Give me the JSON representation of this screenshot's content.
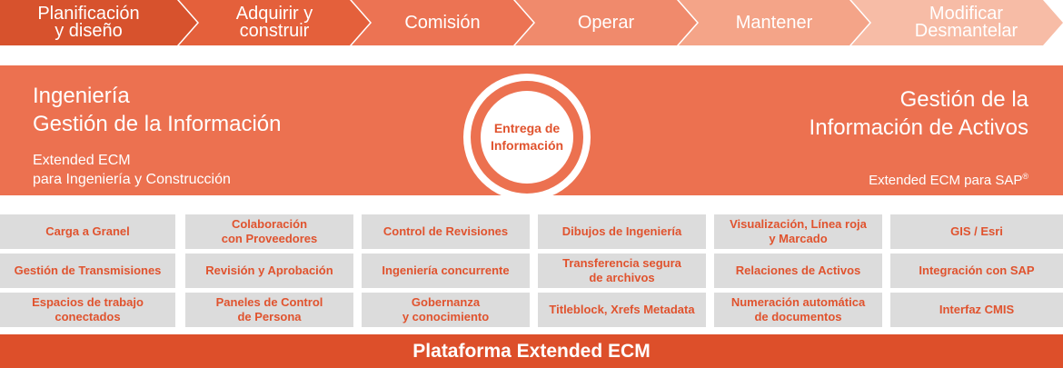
{
  "lifecycle": [
    {
      "label": "Planificación\ny diseño",
      "color": "#d7522d"
    },
    {
      "label": "Adquirir y\nconstruir",
      "color": "#e4603b"
    },
    {
      "label": "Comisión",
      "color": "#ec7353"
    },
    {
      "label": "Operar",
      "color": "#f08a6c"
    },
    {
      "label": "Mantener",
      "color": "#f4a488"
    },
    {
      "label": "Modificar\nDesmantelar",
      "color": "#f7bca6"
    }
  ],
  "banner": {
    "left_title": "Ingeniería\nGestión de la Información",
    "left_subtitle": "Extended ECM\npara Ingeniería y Construcción",
    "center": "Entrega de\nInformación",
    "right_title": "Gestión de la\nInformación de Activos",
    "right_subtitle": "Extended ECM para SAP",
    "right_subtitle_mark": "®"
  },
  "capabilities": [
    [
      "Carga a Granel",
      "Colaboración\ncon Proveedores",
      "Control de Revisiones",
      "Dibujos de Ingeniería",
      "Visualización, Línea roja\ny Marcado",
      "GIS / Esri"
    ],
    [
      "Gestión de Transmisiones",
      "Revisión y Aprobación",
      "Ingeniería concurrente",
      "Transferencia segura\nde archivos",
      "Relaciones de Activos",
      "Integración con SAP"
    ],
    [
      "Espacios de trabajo\nconectados",
      "Paneles de Control\nde Persona",
      "Gobernanza\ny conocimiento",
      "Titleblock, Xrefs Metadata",
      "Numeración automática\nde documentos",
      "Interfaz CMIS"
    ]
  ],
  "platform": "Plataforma Extended ECM"
}
